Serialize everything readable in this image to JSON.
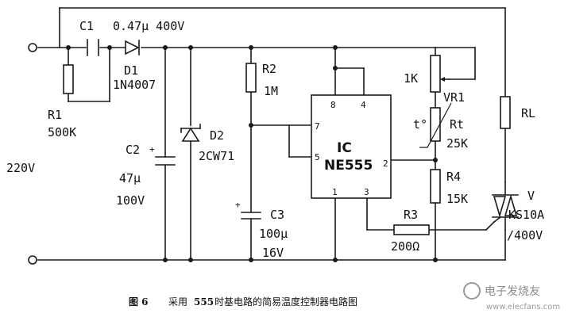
{
  "circuit": {
    "supply": "220V",
    "c1": {
      "ref": "C1"
    },
    "d1": {
      "value": "0.47μ 400V",
      "ref": "D1",
      "part": "1N4007"
    },
    "r1": {
      "ref": "R1",
      "value": "500K"
    },
    "c2": {
      "ref": "C2",
      "value": "47μ",
      "voltage": "100V"
    },
    "d2": {
      "ref": "D2",
      "part": "2CW71"
    },
    "r2": {
      "ref": "R2",
      "value": "1M"
    },
    "c3": {
      "ref": "C3",
      "value": "100μ",
      "voltage": "16V"
    },
    "ic": {
      "name": "IC",
      "part": "NE555",
      "pins": [
        "8",
        "4",
        "7",
        "5",
        "2",
        "1",
        "3"
      ]
    },
    "vr1": {
      "ref": "VR1",
      "value": "1K"
    },
    "rt": {
      "ref": "Rt",
      "temp_label": "t°",
      "value": "25K"
    },
    "r4": {
      "ref": "R4",
      "value": "15K"
    },
    "r3": {
      "ref": "R3",
      "value": "200Ω"
    },
    "rl": {
      "ref": "RL"
    },
    "triac": {
      "ref": "V",
      "part": "KS10A",
      "rating": "/400V"
    }
  },
  "caption": {
    "fig_no": "图 6",
    "text": "采用",
    "num": "555",
    "rest": "时基电路的简易温度控制器电路图"
  },
  "watermark": {
    "brand": "电子发烧友",
    "url": "www.elecfans.com"
  }
}
